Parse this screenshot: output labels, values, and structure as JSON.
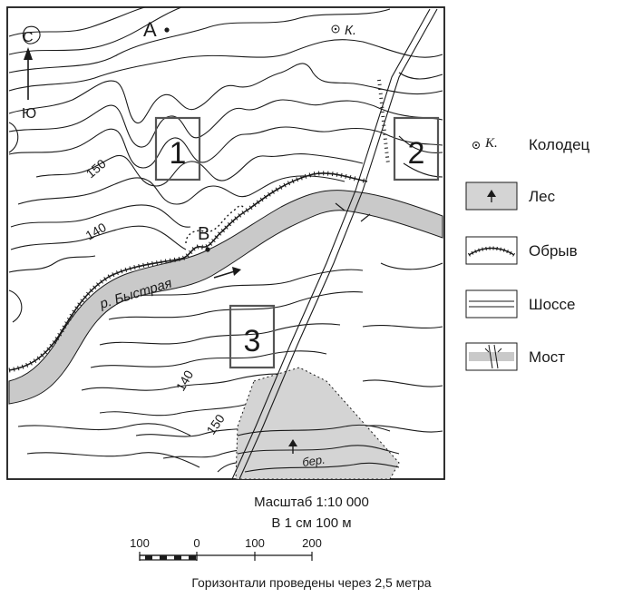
{
  "map": {
    "points": [
      {
        "id": "A",
        "label": "А"
      },
      {
        "id": "B",
        "label": "В"
      }
    ],
    "well_label": "К.",
    "compass": {
      "north": "С",
      "south": "Ю"
    },
    "areas": [
      "1",
      "2",
      "3"
    ],
    "river_label": "р. Быстрая",
    "contour_labels": [
      "150",
      "140",
      "140",
      "150"
    ],
    "forest_tree_label": "бер."
  },
  "legend": [
    {
      "symbol": "well-icon",
      "symbol_text": "К.",
      "label": "Колодец"
    },
    {
      "symbol": "forest-icon",
      "label": "Лес"
    },
    {
      "symbol": "cliff-icon",
      "label": "Обрыв"
    },
    {
      "symbol": "highway-icon",
      "label": "Шоссе"
    },
    {
      "symbol": "bridge-icon",
      "label": "Мост"
    }
  ],
  "scale": {
    "ratio": "Масштаб 1:10 000",
    "per_cm": "В 1 см 100 м",
    "ticks": [
      "100",
      "0",
      "100",
      "200"
    ],
    "contour_note": "Горизонтали проведены через 2,5 метра"
  },
  "colors": {
    "ink": "#1a1a1a",
    "river": "#c9c9c9",
    "forest": "#d4d4d4"
  }
}
